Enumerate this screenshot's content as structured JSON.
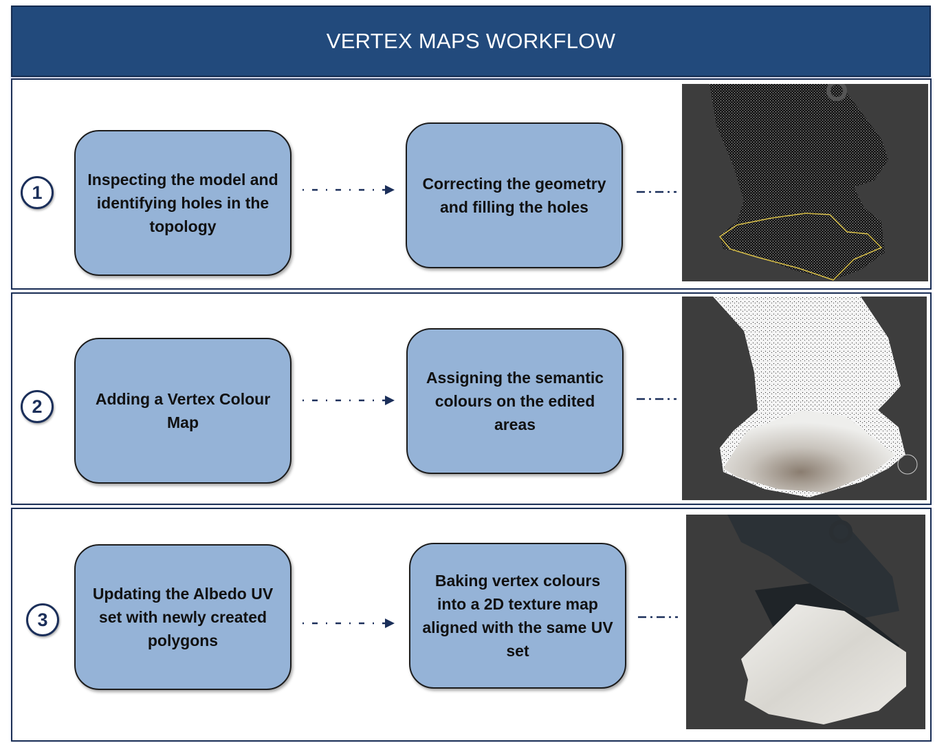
{
  "header": {
    "title": "VERTEX MAPS WORKFLOW"
  },
  "colors": {
    "header_bg": "#224a7c",
    "box_fill": "#95b3d7",
    "border_navy": "#1a2e55",
    "render_bg": "#3a3a3a"
  },
  "steps": [
    {
      "number": "1",
      "first_box": "Inspecting the model and identifying holes in the topology",
      "second_box": "Correcting the geometry and filling the holes",
      "render": "wireframe-mesh-with-holes"
    },
    {
      "number": "2",
      "first_box": "Adding a Vertex Colour Map",
      "second_box": "Assigning the semantic colours on the edited areas",
      "render": "vertex-colour-point-cloud"
    },
    {
      "number": "3",
      "first_box": "Updating the Albedo UV set with newly created polygons",
      "second_box": "Baking vertex colours into a 2D texture map aligned with the same UV set",
      "render": "textured-baked-model"
    }
  ]
}
